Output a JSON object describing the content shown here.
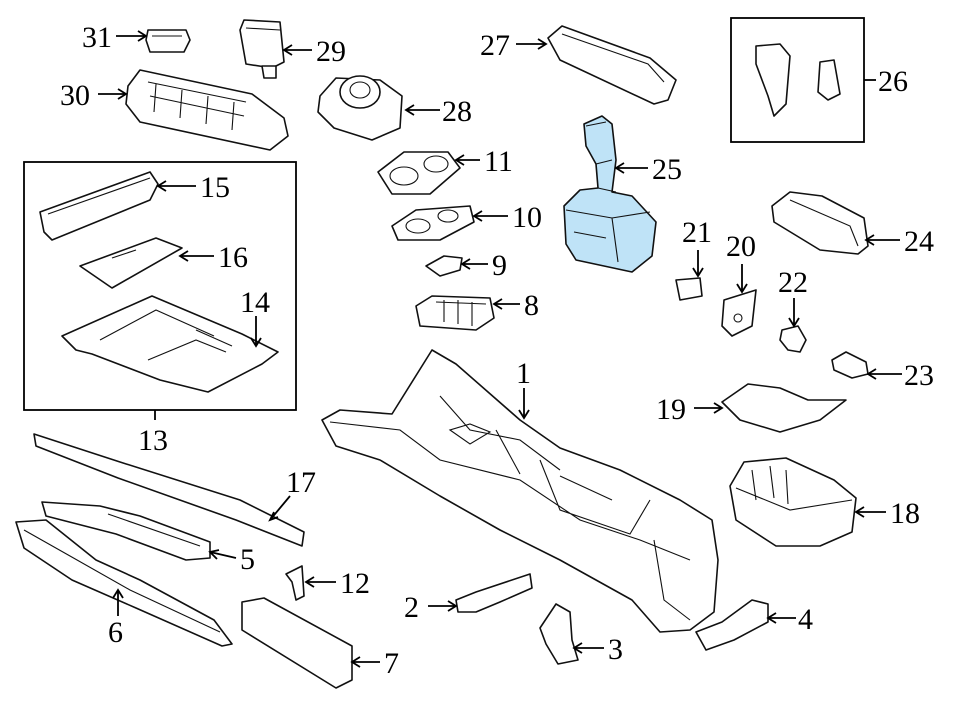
{
  "diagram": {
    "callouts": [
      {
        "id": "1",
        "text": "1"
      },
      {
        "id": "2",
        "text": "2"
      },
      {
        "id": "3",
        "text": "3"
      },
      {
        "id": "4",
        "text": "4"
      },
      {
        "id": "5",
        "text": "5"
      },
      {
        "id": "6",
        "text": "6"
      },
      {
        "id": "7",
        "text": "7"
      },
      {
        "id": "8",
        "text": "8"
      },
      {
        "id": "9",
        "text": "9"
      },
      {
        "id": "10",
        "text": "10"
      },
      {
        "id": "11",
        "text": "11"
      },
      {
        "id": "12",
        "text": "12"
      },
      {
        "id": "13",
        "text": "13"
      },
      {
        "id": "14",
        "text": "14"
      },
      {
        "id": "15",
        "text": "15"
      },
      {
        "id": "16",
        "text": "16"
      },
      {
        "id": "17",
        "text": "17"
      },
      {
        "id": "18",
        "text": "18"
      },
      {
        "id": "19",
        "text": "19"
      },
      {
        "id": "20",
        "text": "20"
      },
      {
        "id": "21",
        "text": "21"
      },
      {
        "id": "22",
        "text": "22"
      },
      {
        "id": "23",
        "text": "23"
      },
      {
        "id": "24",
        "text": "24"
      },
      {
        "id": "25",
        "text": "25"
      },
      {
        "id": "26",
        "text": "26"
      },
      {
        "id": "27",
        "text": "27"
      },
      {
        "id": "28",
        "text": "28"
      },
      {
        "id": "29",
        "text": "29"
      },
      {
        "id": "30",
        "text": "30"
      },
      {
        "id": "31",
        "text": "31"
      }
    ],
    "highlight_color": "#bfe3f7",
    "highlighted_part": "25"
  }
}
